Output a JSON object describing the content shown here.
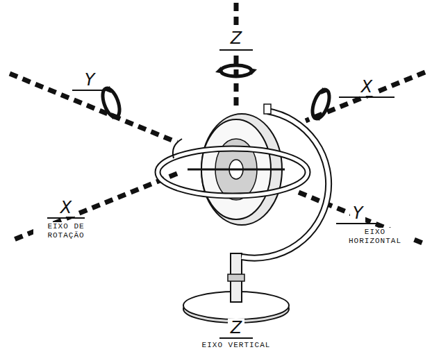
{
  "diagram": {
    "labels": [
      "Z",
      "Y",
      "X",
      "X",
      "EIXO DE ROTAÇÃO",
      "Y",
      "EIXO HORIZONTAL",
      "Z",
      "EIXO VERTICAL"
    ]
  }
}
